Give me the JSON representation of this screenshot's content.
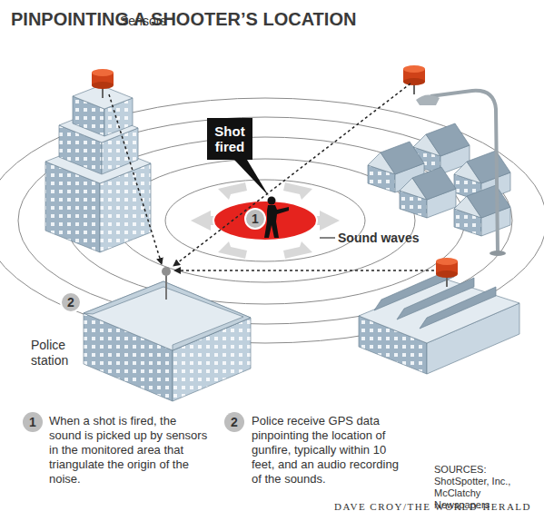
{
  "diagram": {
    "title": "PINPOINTING A SHOOTER’S LOCATION",
    "nodes": [
      {
        "text": [
          "Shot fired"
        ]
      }
    ],
    "labels": [
      "Sensors",
      "1",
      "Sound waves",
      "2",
      "Police station",
      "1",
      "When a shot is fired, the sound is picked up by sensors in the monitored area that triangulate the origin of the noise.",
      "2",
      "Police receive GPS data pinpointing the location of gunfire, typically within 10 feet, and an audio recording of the sounds.",
      "SOURCES: ShotSpotter, Inc., McClatchy Newspapers",
      "DAVE CROY/THE WORLD-HERALD"
    ]
  }
}
